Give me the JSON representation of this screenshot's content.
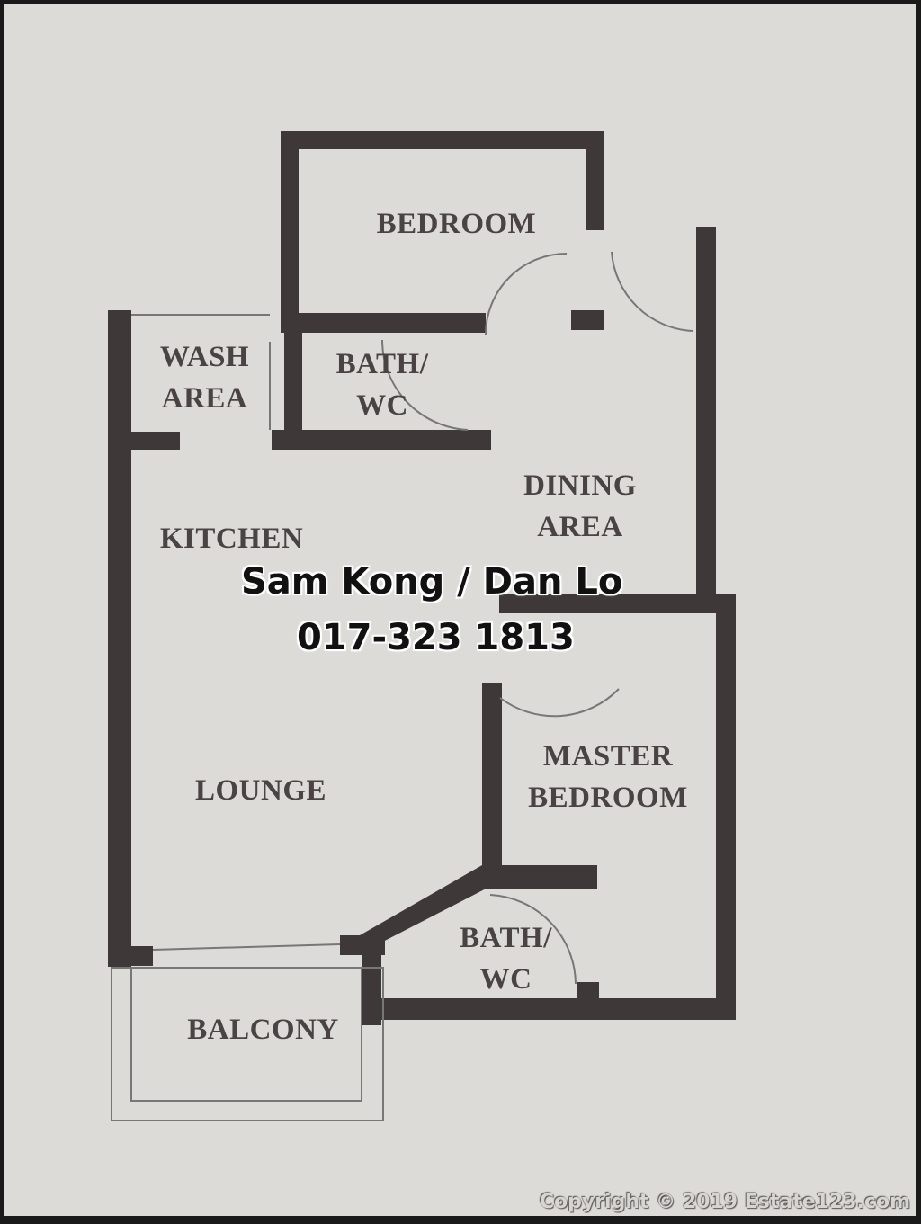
{
  "rooms": {
    "bedroom": "BEDROOM",
    "wash_area_1": "WASH",
    "wash_area_2": "AREA",
    "bath_wc_top_1": "BATH/",
    "bath_wc_top_2": "WC",
    "dining_1": "DINING",
    "dining_2": "AREA",
    "kitchen": "KITCHEN",
    "lounge": "LOUNGE",
    "master_1": "MASTER",
    "master_2": "BEDROOM",
    "bath_wc_bottom_1": "BATH/",
    "bath_wc_bottom_2": "WC",
    "balcony": "BALCONY"
  },
  "watermark": {
    "agents": "Sam Kong / Dan Lo",
    "phone": "017-323 1813"
  },
  "copyright": "Copyright © 2019 Estate123.com",
  "colors": {
    "wall": "#3e3838",
    "paper": "#dddbd8"
  }
}
